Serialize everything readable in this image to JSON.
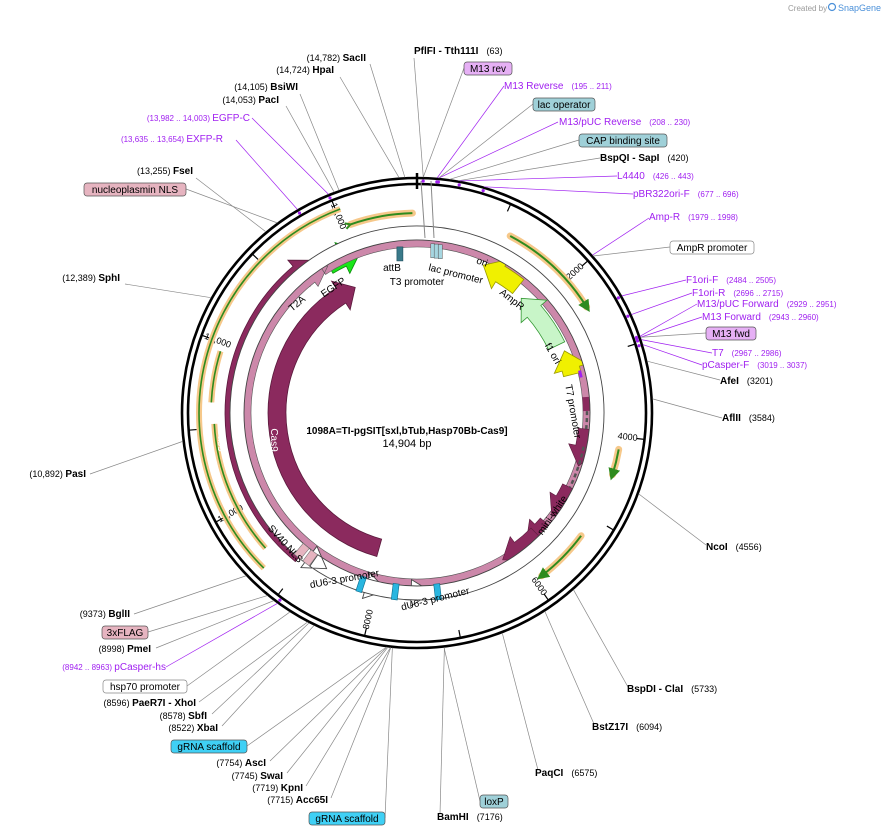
{
  "watermark": {
    "text": "Created by",
    "brand": "SnapGene"
  },
  "title": "1098A=TI-pgSIT[sxl,bTub,Hasp70Bb-Cas9]",
  "size_text": "14,904 bp",
  "total_bp": 14904,
  "scale_labels": [
    "2000",
    "4000",
    "6000",
    "8000",
    "10,000",
    "12,000",
    "14,000"
  ],
  "sites": [
    {
      "name": "PflFI",
      "name2": "Tth111I",
      "pos": "(63)",
      "bp": 63
    },
    {
      "name": "SacII",
      "pos": "(14,782)",
      "bp": 14782
    },
    {
      "name": "HpaI",
      "pos": "(14,724)",
      "bp": 14724
    },
    {
      "name": "BsiWI",
      "pos": "(14,105)",
      "bp": 14105
    },
    {
      "name": "PacI",
      "pos": "(14,053)",
      "bp": 14053
    },
    {
      "name": "FseI",
      "pos": "(13,255)",
      "bp": 13255
    },
    {
      "name": "SphI",
      "pos": "(12,389)",
      "bp": 12389
    },
    {
      "name": "PasI",
      "pos": "(10,892)",
      "bp": 10892
    },
    {
      "name": "BglII",
      "pos": "(9373)",
      "bp": 9373
    },
    {
      "name": "PmeI",
      "pos": "(8998)",
      "bp": 8998
    },
    {
      "name": "PaeR7I",
      "name2": "XhoI",
      "pos": "(8596)",
      "bp": 8596
    },
    {
      "name": "SbfI",
      "pos": "(8578)",
      "bp": 8578
    },
    {
      "name": "XbaI",
      "pos": "(8522)",
      "bp": 8522
    },
    {
      "name": "AscI",
      "pos": "(7754)",
      "bp": 7754
    },
    {
      "name": "SwaI",
      "pos": "(7745)",
      "bp": 7745
    },
    {
      "name": "KpnI",
      "pos": "(7719)",
      "bp": 7719
    },
    {
      "name": "Acc65I",
      "pos": "(7715)",
      "bp": 7715
    },
    {
      "name": "BamHI",
      "pos": "(7176)",
      "bp": 7176
    },
    {
      "name": "PaqCI",
      "pos": "(6575)",
      "bp": 6575
    },
    {
      "name": "BstZ17I",
      "pos": "(6094)",
      "bp": 6094
    },
    {
      "name": "BspDI",
      "name2": "ClaI",
      "pos": "(5733)",
      "bp": 5733
    },
    {
      "name": "NcoI",
      "pos": "(4556)",
      "bp": 4556
    },
    {
      "name": "AflII",
      "pos": "(3584)",
      "bp": 3584
    },
    {
      "name": "AfeI",
      "pos": "(3201)",
      "bp": 3201
    },
    {
      "name": "BspQI",
      "name2": "SapI",
      "pos": "(420)",
      "bp": 420
    }
  ],
  "primers": [
    {
      "name": "M13 Reverse",
      "range": "(195 .. 211)",
      "bp": 203
    },
    {
      "name": "M13/pUC Reverse",
      "range": "(208 .. 230)",
      "bp": 219
    },
    {
      "name": "L4440",
      "range": "(426 .. 443)",
      "bp": 434
    },
    {
      "name": "pBR322ori-F",
      "range": "(677 .. 696)",
      "bp": 686
    },
    {
      "name": "Amp-R",
      "range": "(1979 .. 1998)",
      "bp": 1988
    },
    {
      "name": "F1ori-F",
      "range": "(2484 .. 2505)",
      "bp": 2494
    },
    {
      "name": "F1ori-R",
      "range": "(2696 .. 2715)",
      "bp": 2705
    },
    {
      "name": "M13/pUC Forward",
      "range": "(2929 .. 2951)",
      "bp": 2940
    },
    {
      "name": "M13 Forward",
      "range": "(2943 .. 2960)",
      "bp": 2951
    },
    {
      "name": "T7",
      "range": "(2967 .. 2986)",
      "bp": 2976
    },
    {
      "name": "pCasper-F",
      "range": "(3019 .. 3037)",
      "bp": 3028
    },
    {
      "name": "EGFP-C",
      "range": "(13,982 .. 14,003)",
      "bp": 13992
    },
    {
      "name": "EXFP-R",
      "range": "(13,635 .. 13,654)",
      "bp": 13644
    },
    {
      "name": "pCasper-hs",
      "range": "(8942 .. 8963)",
      "bp": 8952
    }
  ],
  "boxed_labels": [
    {
      "name": "M13 rev",
      "style": "violet"
    },
    {
      "name": "lac operator",
      "style": "teal"
    },
    {
      "name": "CAP binding site",
      "style": "teal"
    },
    {
      "name": "AmpR promoter",
      "style": "white"
    },
    {
      "name": "M13 fwd",
      "style": "violet"
    },
    {
      "name": "nucleoplasmin NLS",
      "style": "pink"
    },
    {
      "name": "3xFLAG",
      "style": "pink"
    },
    {
      "name": "hsp70 promoter",
      "style": "white"
    },
    {
      "name": "gRNA scaffold",
      "style": "cyan"
    },
    {
      "name": "gRNA scaffold",
      "style": "cyan"
    },
    {
      "name": "loxP",
      "style": "teal"
    }
  ],
  "inner_labels": {
    "attb": "attB",
    "lac_promoter": "lac promoter",
    "t3_promoter": "T3 promoter",
    "ori": "ori",
    "ampr": "AmpR",
    "f1_ori": "f1 ori",
    "t7_promoter": "T7 promoter",
    "mini_white": "mini-white",
    "du6_a": "dU6-3 promoter",
    "du6_b": "dU6-3 promoter",
    "sv40": "SV40 NLS",
    "t2a": "T2A",
    "egfp": "EGFP",
    "cas9_a": "Cas9",
    "cas9_b": "Cas9"
  },
  "colors": {
    "cas9": "#8b2a5e",
    "egfp": "#19e619",
    "ori": "#f0f000",
    "ampr": "#c8f5c8",
    "orf_arrow": "#2e8b1e",
    "orf_glow": "#f6c88a",
    "site_text": "#000000",
    "primer_text": "#a020f0",
    "teal_box": "#9fd0d8",
    "violet_box": "#e6b0f5",
    "pink_box": "#e6b4c0",
    "cyan_box": "#3fd0f5"
  }
}
